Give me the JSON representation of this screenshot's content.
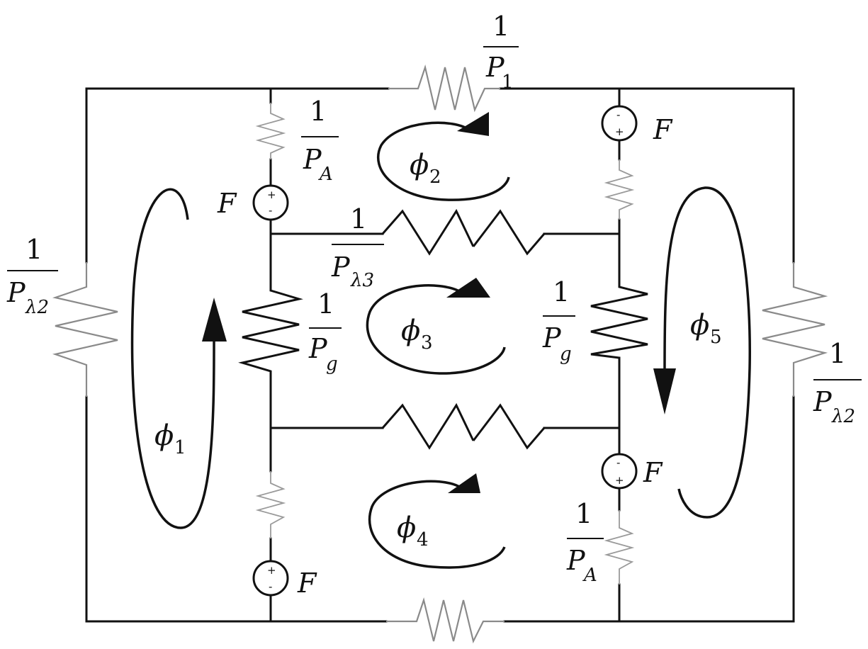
{
  "labels": {
    "res_top": {
      "num": "1",
      "den": "P",
      "sub": "1"
    },
    "res_top_left": {
      "num": "1",
      "den": "P",
      "sub": "A"
    },
    "res_bottom_right": {
      "num": "1",
      "den": "P",
      "sub": "A"
    },
    "res_left_outer": {
      "num": "1",
      "den": "P",
      "sub": "λ2"
    },
    "res_right_outer": {
      "num": "1",
      "den": "P",
      "sub": "λ2"
    },
    "res_middle": {
      "num": "1",
      "den": "P",
      "sub": "λ3"
    },
    "res_gap_left": {
      "num": "1",
      "den": "P",
      "sub": "g"
    },
    "res_gap_right": {
      "num": "1",
      "den": "P",
      "sub": "g"
    },
    "source_label": "F",
    "source_plus": "+",
    "source_minus": "-",
    "flux": {
      "phi1": {
        "sym": "ϕ",
        "sub": "1"
      },
      "phi2": {
        "sym": "ϕ",
        "sub": "2"
      },
      "phi3": {
        "sym": "ϕ",
        "sub": "3"
      },
      "phi4": {
        "sym": "ϕ",
        "sub": "4"
      },
      "phi5": {
        "sym": "ϕ",
        "sub": "5"
      }
    }
  }
}
